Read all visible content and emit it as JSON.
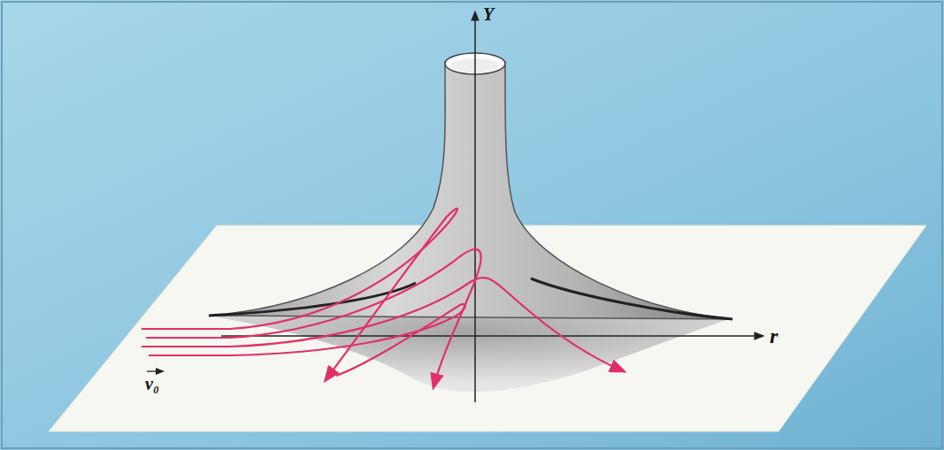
{
  "diagram": {
    "labels": [
      "Y",
      "r",
      "v₀"
    ]
  }
}
